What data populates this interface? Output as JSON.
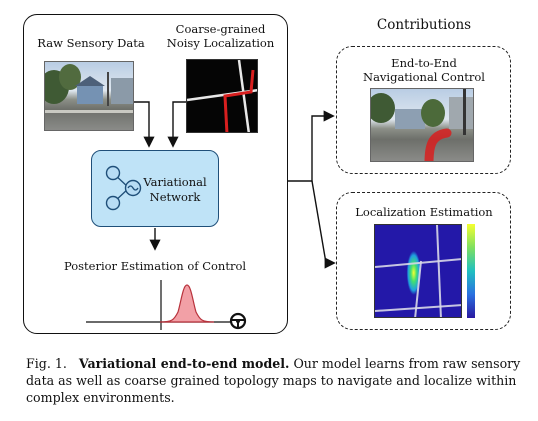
{
  "left": {
    "raw_label": "Raw Sensory Data",
    "coarse_label_1": "Coarse-grained",
    "coarse_label_2": "Noisy Localization",
    "network_label_1": "Variational",
    "network_label_2": "Network",
    "posterior_label": "Posterior Estimation of Control"
  },
  "right": {
    "title": "Contributions",
    "e2e_label_1": "End-to-End",
    "e2e_label_2": "Navigational Control",
    "loc_label": "Localization Estimation"
  },
  "caption": {
    "fig": "Fig. 1.",
    "bold": "Variational end-to-end model.",
    "text": "Our model learns from raw sensory data as well as coarse grained topology maps to navigate and localize within complex environments."
  },
  "colors": {
    "network_fill": "#bfe3f7",
    "network_stroke": "#1f4f79",
    "posterior_fill": "#f2a0a6",
    "posterior_stroke": "#b8323c",
    "route_red": "#d81f1f"
  },
  "icons": {
    "steering": "steering-wheel-icon",
    "network": "latent-network-icon"
  }
}
